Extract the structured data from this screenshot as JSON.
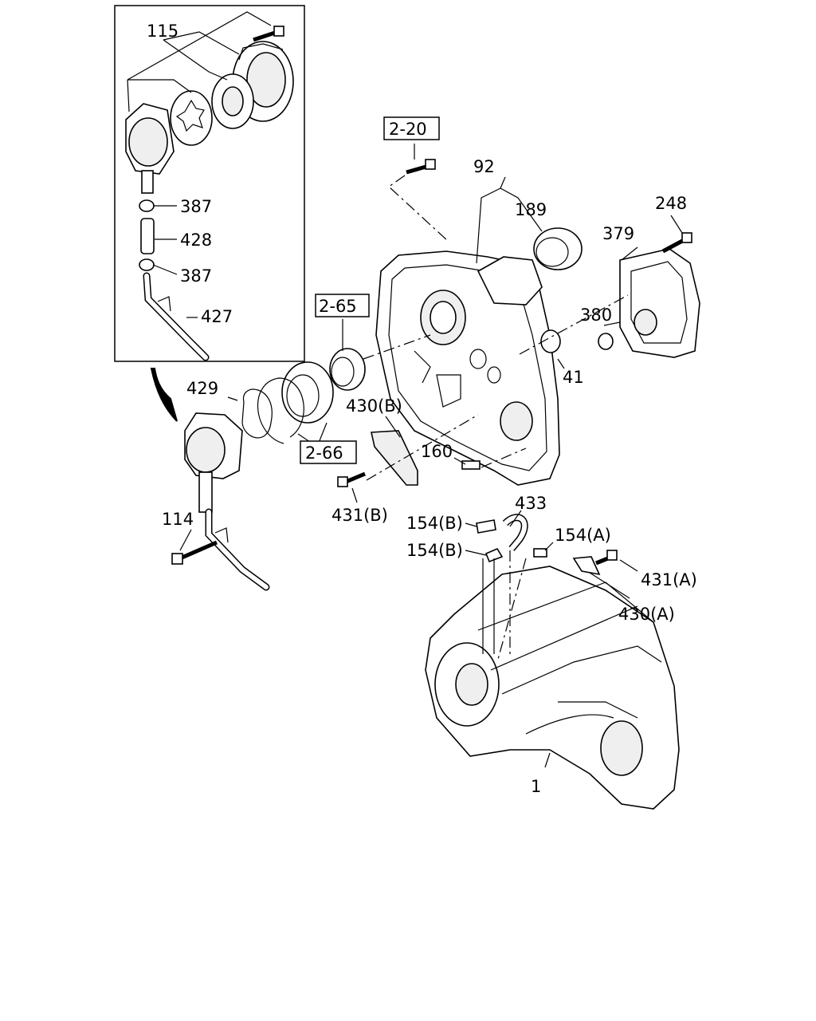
{
  "labels": {
    "l115": "115",
    "l387a": "387",
    "l428": "428",
    "l387b": "387",
    "l427": "427",
    "l2_20": "2-20",
    "l92": "92",
    "l189": "189",
    "l248": "248",
    "l379": "379",
    "l380": "380",
    "l41": "41",
    "l2_65": "2-65",
    "l429": "429",
    "l430b": "430(B)",
    "l2_66": "2-66",
    "l160": "160",
    "l431b": "431(B)",
    "l114": "114",
    "l433": "433",
    "l154b1": "154(B)",
    "l154b2": "154(B)",
    "l154a": "154(A)",
    "l431a": "431(A)",
    "l430a": "430(A)",
    "l1": "1"
  },
  "colors": {
    "ink": "#000000",
    "paper": "#ffffff",
    "shade": "#efefef"
  }
}
